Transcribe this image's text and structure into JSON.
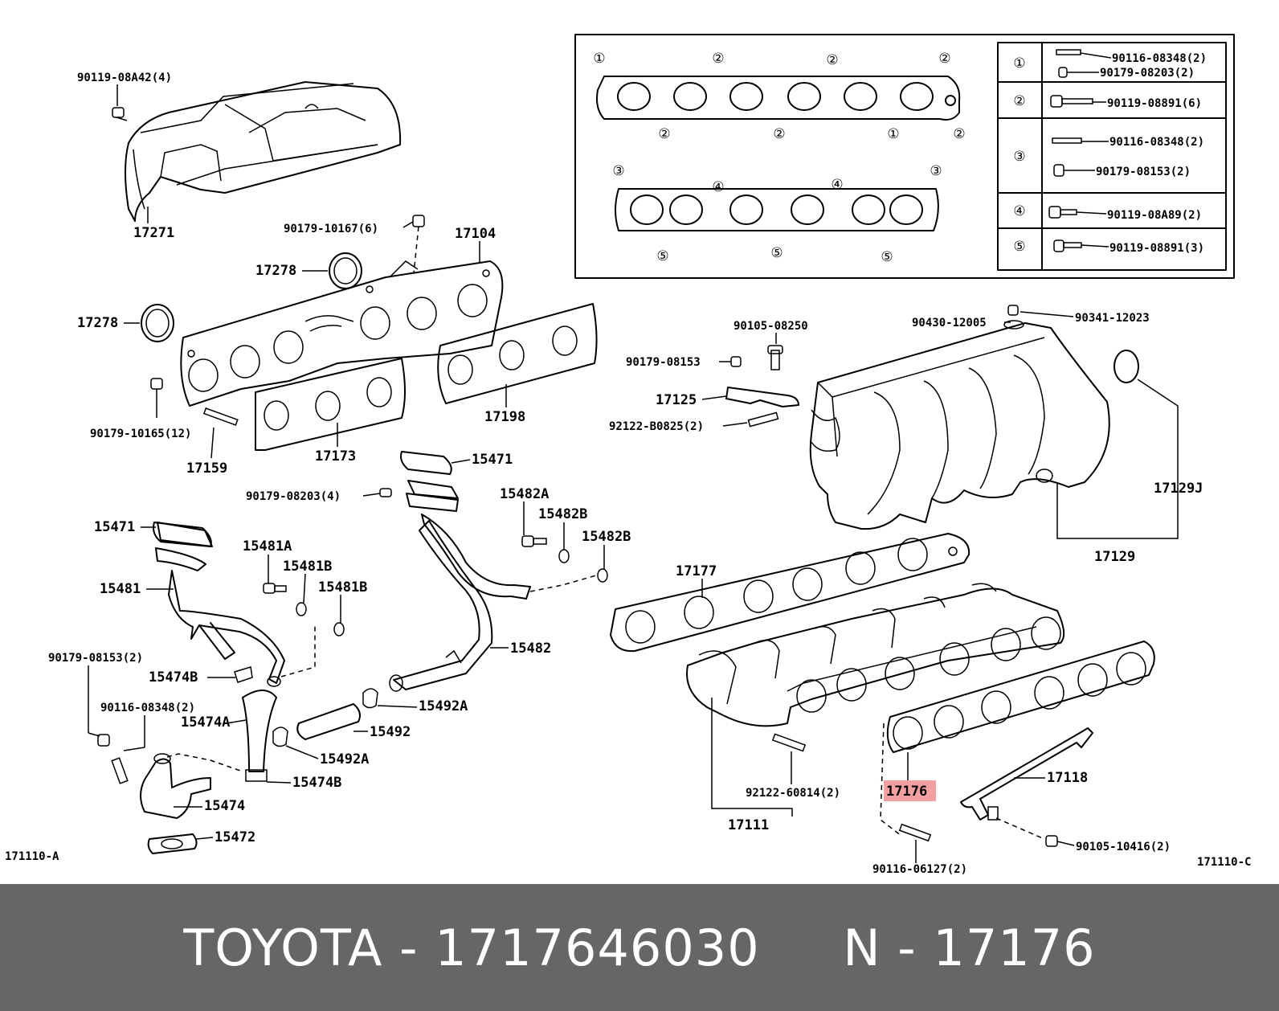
{
  "footer": {
    "caption": "TOYOTA - 1717646030     N - 17176"
  },
  "highlighted_part": "17176",
  "codes": {
    "left": "171110-A",
    "right": "171110-C"
  },
  "labels": {
    "l_9011908A42": "90119-08A42(4)",
    "l_17271": "17271",
    "l_9017910167": "90179-10167(6)",
    "l_17104": "17104",
    "l_17278a": "17278",
    "l_17278b": "17278",
    "l_9017910165": "90179-10165(12)",
    "l_17159": "17159",
    "l_17173": "17173",
    "l_17198": "17198",
    "l_15471a": "15471",
    "l_15471b": "15471",
    "l_9017908203": "90179-08203(4)",
    "l_15482A": "15482A",
    "l_15482B1": "15482B",
    "l_15482B2": "15482B",
    "l_15481A": "15481A",
    "l_15481B1": "15481B",
    "l_15481B2": "15481B",
    "l_15481": "15481",
    "l_15482": "15482",
    "l_9017908153a": "90179-08153(2)",
    "l_15474B1": "15474B",
    "l_9011608348": "90116-08348(2)",
    "l_15474A": "15474A",
    "l_15492A1": "15492A",
    "l_15492": "15492",
    "l_15492A2": "15492A",
    "l_15474B2": "15474B",
    "l_15474": "15474",
    "l_15472": "15472",
    "l_9010508250": "90105-08250",
    "l_9017908153b": "90179-08153",
    "l_17125": "17125",
    "l_92122B0825": "92122-B0825(2)",
    "l_9043012005": "90430-12005",
    "l_9034112023": "90341-12023",
    "l_17129J": "17129J",
    "l_17129": "17129",
    "l_17177": "17177",
    "l_9212260814": "92122-60814(2)",
    "l_17176": "17176",
    "l_17118": "17118",
    "l_17111": "17111",
    "l_9010510416": "90105-10416(2)",
    "l_9011606127": "90116-06127(2)"
  },
  "gasket_marks": {
    "top_row1": [
      "①",
      "②",
      "②",
      "②"
    ],
    "bottom_row1": [
      "②",
      "②",
      "①",
      "②"
    ],
    "top_row2": [
      "③",
      "④",
      "④",
      "③"
    ],
    "bottom_row2": [
      "⑤",
      "⑤",
      "⑤"
    ]
  },
  "legend": [
    {
      "mark": "①",
      "parts": [
        "90116-08348(2)",
        "90179-08203(2)"
      ]
    },
    {
      "mark": "②",
      "parts": [
        "90119-08891(6)"
      ]
    },
    {
      "mark": "③",
      "parts": [
        "90116-08348(2)",
        "90179-08153(2)"
      ]
    },
    {
      "mark": "④",
      "parts": [
        "90119-08A89(2)"
      ]
    },
    {
      "mark": "⑤",
      "parts": [
        "90119-08891(3)"
      ]
    }
  ]
}
